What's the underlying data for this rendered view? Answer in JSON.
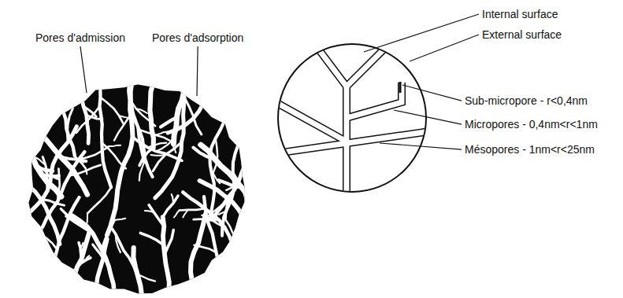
{
  "diagram": {
    "labels": [
      "Pores d'admission",
      "Pores d'adsorption",
      "Internal surface",
      "External surface",
      "Sub-micropore - r<0,4nm",
      "Micropores - 0,4nm<r<1nm",
      "Mésopores - 1nm<r<25nm"
    ]
  }
}
